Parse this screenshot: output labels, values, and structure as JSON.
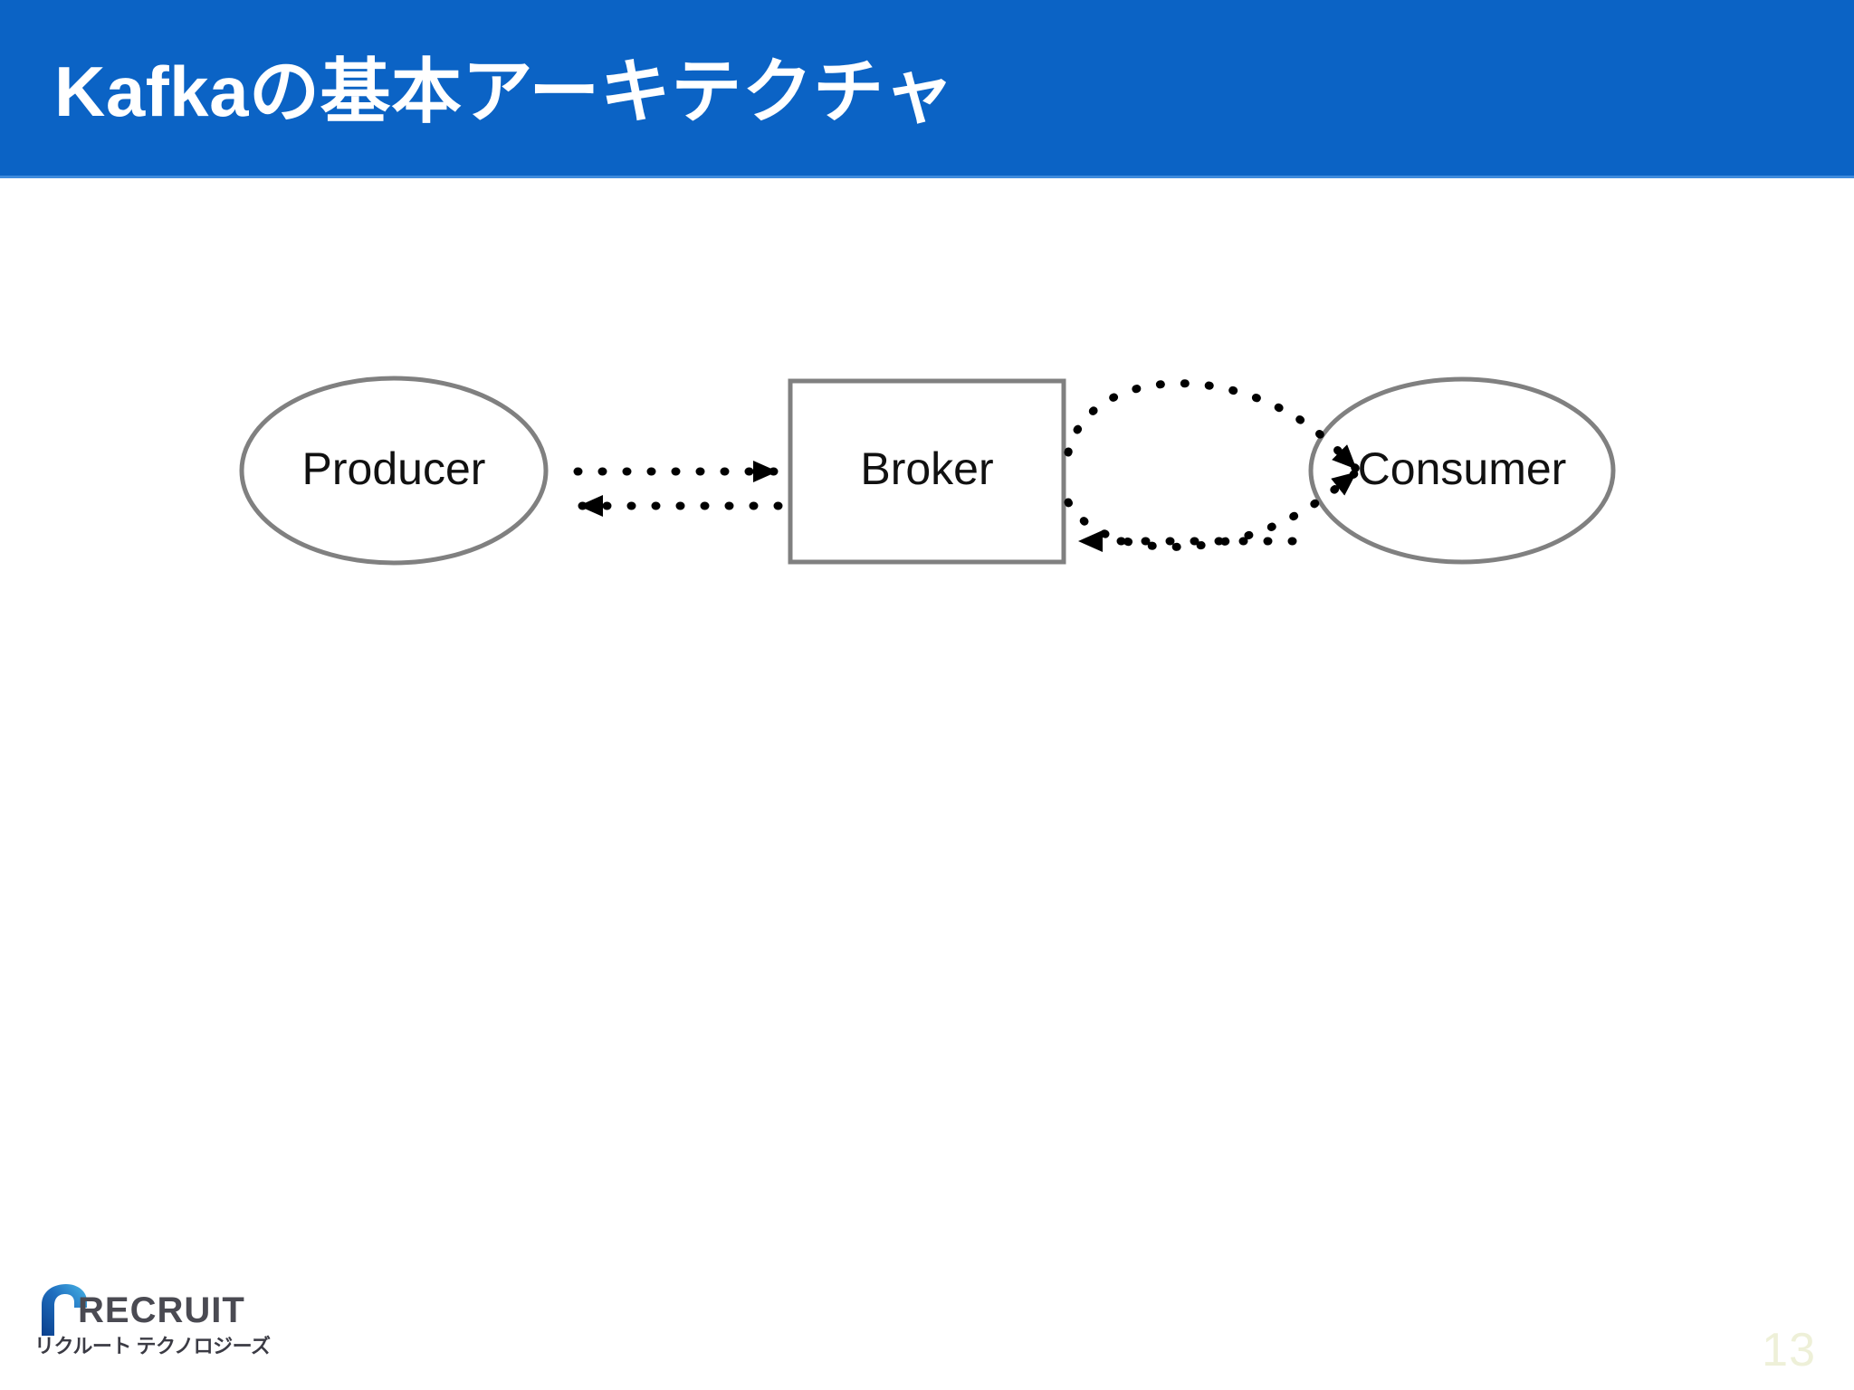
{
  "slide": {
    "title": "Kafkaの基本アーキテクチャ",
    "page_number": "13",
    "header_color": "#0b63c5",
    "header_underline_color": "#3f8bdd",
    "background_color": "#ffffff",
    "page_number_color": "#eef0d8"
  },
  "diagram": {
    "type": "flow",
    "shape_stroke_color": "#808080",
    "connector_color": "#000000",
    "connector_style": "dotted",
    "nodes": [
      {
        "id": "producer",
        "label": "Producer",
        "shape": "ellipse"
      },
      {
        "id": "broker",
        "label": "Broker",
        "shape": "rectangle"
      },
      {
        "id": "consumer",
        "label": "Consumer",
        "shape": "ellipse"
      }
    ],
    "edges": [
      {
        "from": "producer",
        "to": "broker",
        "direction": "right",
        "path": "straight"
      },
      {
        "from": "broker",
        "to": "producer",
        "direction": "left",
        "path": "straight"
      },
      {
        "from": "broker",
        "to": "consumer",
        "direction": "right",
        "path": "curve-upper"
      },
      {
        "from": "broker",
        "to": "consumer",
        "direction": "right",
        "path": "curve-lower"
      },
      {
        "from": "consumer",
        "to": "broker",
        "direction": "left",
        "path": "straight"
      }
    ]
  },
  "footer": {
    "logo": {
      "wordmark": "RECRUIT",
      "subtitle": "リクルート テクノロジーズ",
      "mark_color_dark": "#0a3f8c",
      "mark_color_light": "#3fa9dd"
    }
  }
}
